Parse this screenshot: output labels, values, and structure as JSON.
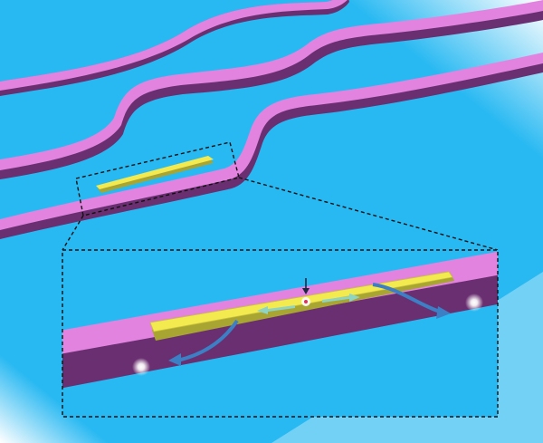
{
  "colors": {
    "background_blue": "#29b9f2",
    "background_white": "#ffffff",
    "waveguide_top": "#e283e0",
    "waveguide_side": "#6a2f70",
    "waveguide_edge": "#b65cb8",
    "strip_top": "#f2ea4f",
    "strip_side": "#a8a532",
    "arrow_in_strip": "#8fd3c2",
    "arrow_out": "#3c7fc4",
    "marker": "#1c2740",
    "dashed_outline": "#111111",
    "inset_background": "#29b9f2"
  },
  "figure": {
    "waveguides": 3,
    "zoomed_component": "yellow-strip-on-waveguide",
    "light_spots": 3
  }
}
